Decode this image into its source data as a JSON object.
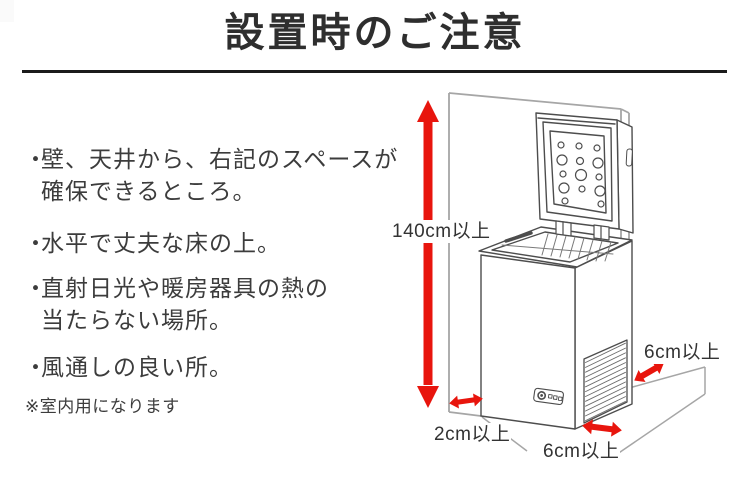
{
  "header": {
    "title": "設置時のご注意"
  },
  "notes": {
    "bullet": "・",
    "items": [
      {
        "line1": "壁、天井から、右記のスペースが",
        "line2": "確保できるところ。"
      },
      {
        "line1": "水平で丈夫な床の上。",
        "line2": ""
      },
      {
        "line1": "直射日光や暖房器具の熱の",
        "line2": "当たらない場所。"
      },
      {
        "line1": "風通しの良い所。",
        "line2": ""
      }
    ],
    "footnote": "※室内用になります"
  },
  "diagram": {
    "clearances": {
      "top": "140cm以上",
      "left": "2cm以上",
      "bottom": "6cm以上",
      "right": "6cm以上"
    },
    "colors": {
      "arrow": "#e8150d",
      "wall_line": "#a6a6a6",
      "freezer_line": "#4d4d4d",
      "divider": "#1b1b1b",
      "text": "#3c3c3c"
    }
  }
}
